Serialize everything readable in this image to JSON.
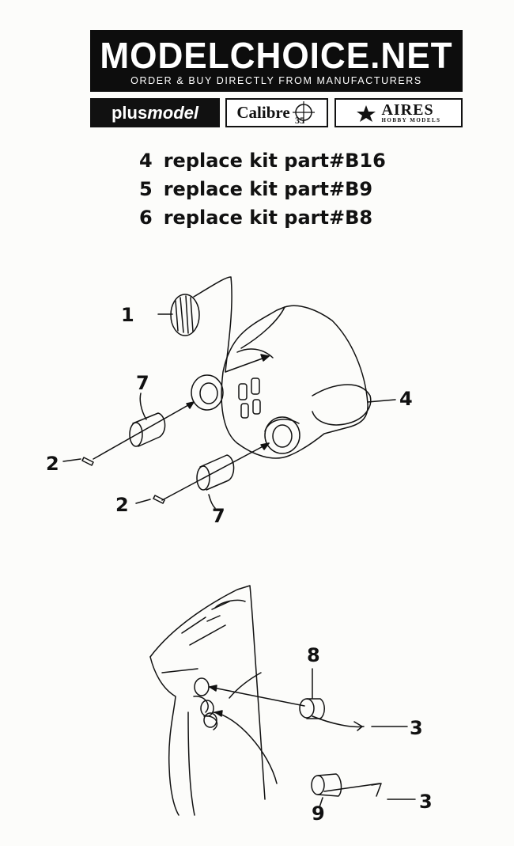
{
  "header": {
    "brand": "MODELCHOICE.NET",
    "tagline": "ORDER & BUY DIRECTLY FROM MANUFACTURERS"
  },
  "logos": {
    "plusmodel": {
      "part_a": "plus",
      "part_b": "model"
    },
    "calibre": {
      "name": "Calibre",
      "suffix": "35"
    },
    "aires": {
      "name": "AIRES",
      "subtitle": "HOBBY MODELS"
    }
  },
  "instructions": [
    {
      "number": "4",
      "text": "replace kit part#B16"
    },
    {
      "number": "5",
      "text": "replace kit part#B9"
    },
    {
      "number": "6",
      "text": "replace kit part#B8"
    }
  ],
  "diagram_top": {
    "callouts": {
      "c1": "1",
      "c2a": "2",
      "c2b": "2",
      "c4": "4",
      "c7a": "7",
      "c7b": "7"
    }
  },
  "diagram_bottom": {
    "callouts": {
      "c8": "8",
      "c3a": "3",
      "c3b": "3",
      "c9": "9"
    }
  }
}
